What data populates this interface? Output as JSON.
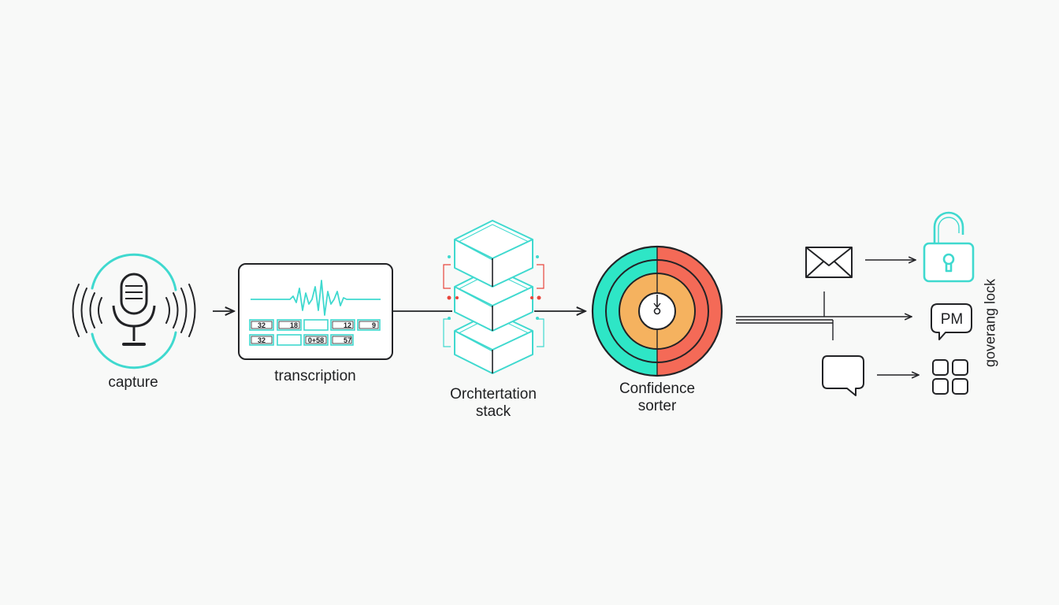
{
  "stages": {
    "capture": {
      "label": "capture"
    },
    "transcription": {
      "label": "transcription",
      "cells": [
        "32",
        "18",
        "",
        "12",
        "9",
        "32",
        "",
        "0+58",
        "57"
      ]
    },
    "orchestration": {
      "label_line1": "Orchtertation",
      "label_line2": "stack"
    },
    "confidence": {
      "label_line1": "Confidence",
      "label_line2": "sorter"
    },
    "outputs": {
      "pm_label": "PM",
      "governance_label": "goverang lock"
    }
  },
  "colors": {
    "teal": "#3fd9cf",
    "green": "#2ee6c6",
    "orange": "#f5b25f",
    "red": "#f46a57",
    "ink": "#222326",
    "warn": "#e8453c"
  },
  "icons": [
    "microphone-icon",
    "sound-wave-icon",
    "cube-icon",
    "target-icon",
    "envelope-icon",
    "chat-bubble-icon",
    "pm-bubble-icon",
    "grid-icon",
    "lock-icon"
  ]
}
